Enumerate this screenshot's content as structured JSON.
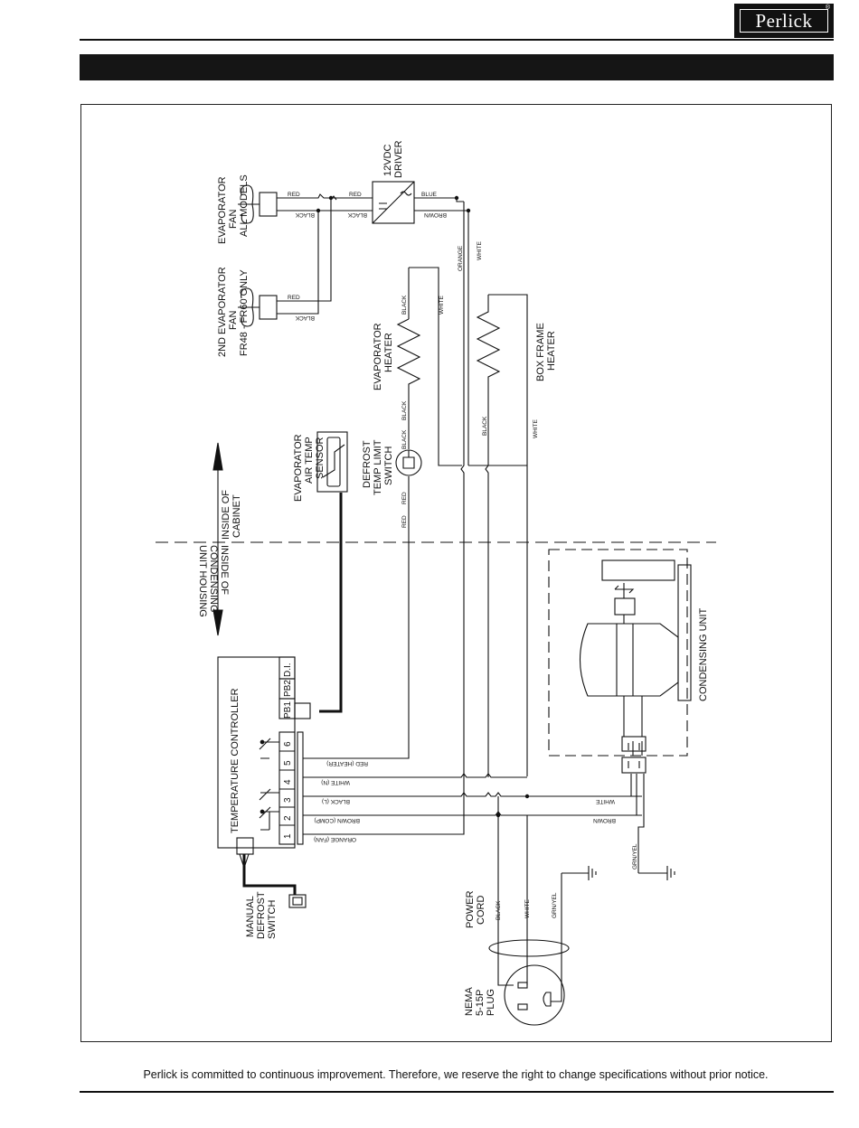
{
  "header": {
    "logo_text": "Perlick",
    "logo_mark": "®",
    "title_bar_text": ""
  },
  "labels": {
    "fan1_l1": "EVAPORATOR",
    "fan1_l2": "FAN",
    "fan1_l3": "ALL MODELS",
    "fan2_l1": "2ND EVAPORATOR",
    "fan2_l2": "FAN",
    "fan2_l3": "FR48 - FR60 ONLY",
    "driver_l1": "12VDC",
    "driver_l2": "DRIVER",
    "evap_heater_l1": "EVAPORATOR",
    "evap_heater_l2": "HEATER",
    "box_heater_l1": "BOX FRAME",
    "box_heater_l2": "HEATER",
    "sensor_l1": "EVAPORATOR",
    "sensor_l2": "AIR TEMP",
    "sensor_l3": "SENSOR",
    "defrost_limit_l1": "DEFROST",
    "defrost_limit_l2": "TEMP LIMIT",
    "defrost_limit_l3": "SWITCH",
    "inside_cabinet_l1": "INSIDE OF",
    "inside_cabinet_l2": "CABINET",
    "inside_cond_l1": "INSIDE OF",
    "inside_cond_l2": "CONDENSING",
    "inside_cond_l3": "UNIT HOUSING",
    "condensing_unit": "CONDENSING UNIT",
    "temp_controller": "TEMPERATURE CONTROLLER",
    "pb1": "PB1",
    "pb2": "PB2",
    "di": "D.I.",
    "manual_l1": "MANUAL",
    "manual_l2": "DEFROST",
    "manual_l3": "SWITCH",
    "power_l1": "POWER",
    "power_l2": "CORD",
    "nema_l1": "NEMA",
    "nema_l2": "5-15P",
    "nema_l3": "PLUG"
  },
  "terminals": [
    "1",
    "2",
    "3",
    "4",
    "5",
    "6"
  ],
  "wires": {
    "red": "RED",
    "black": "BLACK",
    "blue": "BLUE",
    "brown": "BROWN",
    "orange": "ORANGE",
    "white": "WHITE",
    "grn_yel": "GRN/YEL",
    "red_heater": "RED (HEATER)",
    "white_n": "WHITE (N)",
    "black_l": "BLACK (L)",
    "brown_comp": "BROWN (COMP)",
    "orange_fan": "ORANGE (FAN)"
  },
  "footer": {
    "notice": "Perlick is committed to continuous improvement. Therefore, we reserve the right to change specifications without prior notice."
  }
}
